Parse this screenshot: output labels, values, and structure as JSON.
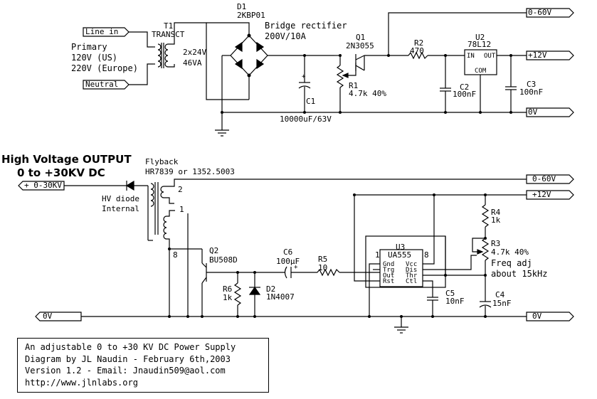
{
  "top": {
    "ports": {
      "line_in": "Line in",
      "neutral": "Neutral",
      "out_hv": "0-60V",
      "out_12": "+12V",
      "out_0": "0V"
    },
    "primary": {
      "title": "Primary",
      "us": "120V (US)",
      "eu": "220V (Europe)"
    },
    "t1": {
      "ref": "T1",
      "name": "TRANSCT",
      "sec": "2x24V",
      "va": "46VA"
    },
    "d1": {
      "ref": "D1",
      "part": "2KBP01",
      "desc": "Bridge rectifier",
      "rating": "200V/10A"
    },
    "c1": {
      "ref": "C1",
      "value": "10000uF/63V"
    },
    "q1": {
      "ref": "Q1",
      "part": "2N3055"
    },
    "r1": {
      "ref": "R1",
      "value": "4.7k 40%"
    },
    "r2": {
      "ref": "R2",
      "value": "470"
    },
    "u2": {
      "ref": "U2",
      "part": "78L12",
      "in": "IN",
      "out": "OUT",
      "com": "COM"
    },
    "c2": {
      "ref": "C2",
      "value": "100nF"
    },
    "c3": {
      "ref": "C3",
      "value": "100nF"
    }
  },
  "bottom": {
    "title": {
      "line1": "High Voltage OUTPUT",
      "line2": "0 to +30KV DC"
    },
    "ports": {
      "hv_out": "+ 0-30KV",
      "out_hv": "0-60V",
      "out_12": "+12V",
      "gnd_left": "0V",
      "gnd_right": "0V"
    },
    "flyback": {
      "label": "Flyback",
      "part": "HR7839 or 1352.5003",
      "pin2": "2",
      "pin1": "1",
      "pin8": "8",
      "hv_diode": "HV diode",
      "internal": "Internal"
    },
    "q2": {
      "ref": "Q2",
      "part": "BU508D"
    },
    "r6": {
      "ref": "R6",
      "value": "1k"
    },
    "d2": {
      "ref": "D2",
      "part": "1N4007"
    },
    "c6": {
      "ref": "C6",
      "value": "100µF"
    },
    "r5": {
      "ref": "R5",
      "value": "10"
    },
    "u3": {
      "ref": "U3",
      "part": "UA555",
      "pin1": "1",
      "pin8": "8",
      "left_pins": [
        "Gnd",
        "Trg",
        "Out",
        "Rst"
      ],
      "right_pins": [
        "Vcc",
        "Dis",
        "Thr",
        "Ctl"
      ]
    },
    "r4": {
      "ref": "R4",
      "value": "1k"
    },
    "r3": {
      "ref": "R3",
      "value": "4.7k 40%",
      "note1": "Freq adj",
      "note2": "about 15kHz"
    },
    "c5": {
      "ref": "C5",
      "value": "10nF"
    },
    "c4": {
      "ref": "C4",
      "value": "15nF"
    }
  },
  "info": {
    "line1": "An adjustable 0 to +30 KV DC Power Supply",
    "line2": "Diagram by JL Naudin - February 6th,2003",
    "line3": "Version 1.2 - Email: Jnaudin509@aol.com",
    "line4": "http://www.jlnlabs.org"
  }
}
